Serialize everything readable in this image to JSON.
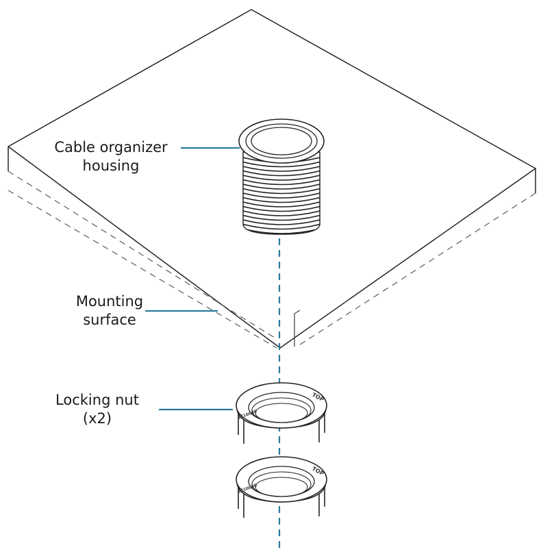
{
  "labels": {
    "housing": {
      "line1": "Cable organizer",
      "line2": "housing"
    },
    "surface": {
      "line1": "Mounting",
      "line2": "surface"
    },
    "nut": {
      "line1": "Locking nut",
      "line2": "(x2)"
    }
  },
  "nut_markings": {
    "top": "TOP",
    "part": "2710088"
  },
  "colors": {
    "leader": "#2b7a9b",
    "outline": "#222222",
    "dashed_edge": "#666666",
    "background": "#ffffff"
  }
}
